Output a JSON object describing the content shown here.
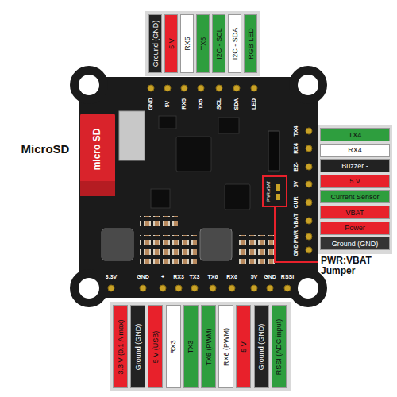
{
  "diagram": {
    "nodes": [
      {
        "text": [
          "Ground (GND)"
        ]
      },
      {
        "text": [
          "5 V"
        ]
      },
      {
        "text": [
          "RX5"
        ]
      },
      {
        "text": [
          "TX5"
        ]
      },
      {
        "text": [
          "I2C - SCL"
        ]
      },
      {
        "text": [
          "I2C - SDA"
        ]
      },
      {
        "text": [
          "RGB LED"
        ]
      },
      {
        "text": [
          "TX4"
        ]
      },
      {
        "text": [
          "RX4"
        ]
      },
      {
        "text": [
          "Buzzer -"
        ]
      },
      {
        "text": [
          "5 V"
        ]
      },
      {
        "text": [
          "Current Sensor"
        ]
      },
      {
        "text": [
          "VBAT"
        ]
      },
      {
        "text": [
          "Power"
        ]
      },
      {
        "text": [
          "Ground (GND)"
        ]
      },
      {
        "text": [
          "3.3 V (0.1 A max)"
        ]
      },
      {
        "text": [
          "Ground (GND)"
        ]
      },
      {
        "text": [
          "5 V (USB)"
        ]
      },
      {
        "text": [
          "RX3"
        ]
      },
      {
        "text": [
          "TX3"
        ]
      },
      {
        "text": [
          "TX6 (PWM)"
        ]
      },
      {
        "text": [
          "RX6 (PWM)"
        ]
      },
      {
        "text": [
          "5 V"
        ]
      },
      {
        "text": [
          "Ground (GND)"
        ]
      },
      {
        "text": [
          "RSSI (ADC input)"
        ]
      }
    ],
    "labels": [
      "GND",
      "5V",
      "RX5",
      "TX5",
      "SCL",
      "SDA",
      "LED",
      "TX4",
      "RX4",
      "BZ-",
      "5V",
      "CUR",
      "VBAT",
      "PWR",
      "GND",
      "3.3V",
      "GND",
      "+",
      "RX3",
      "TX3",
      "TX6",
      "RX6",
      "5V",
      "GND",
      "RSSI",
      "MicroSD",
      "micro SD",
      "PWR:VBAT",
      "PWR:VBAT Jumper"
    ]
  }
}
